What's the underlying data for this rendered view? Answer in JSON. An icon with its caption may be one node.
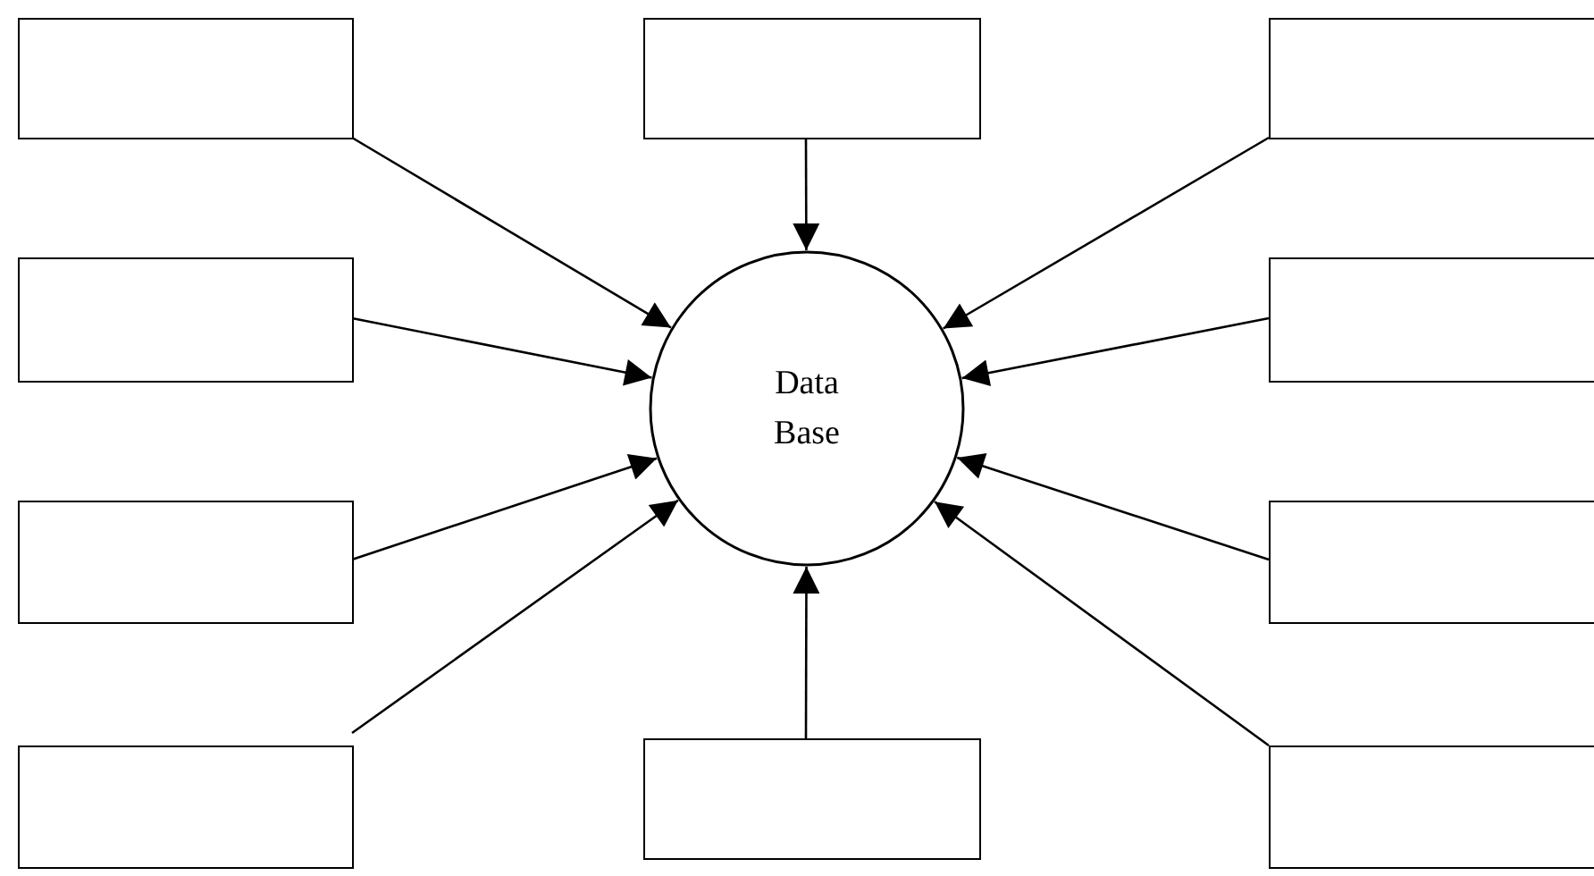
{
  "diagram": {
    "nodes": [
      {
        "text": [],
        "shape": "box"
      },
      {
        "text": [],
        "shape": "box"
      },
      {
        "text": [],
        "shape": "box"
      },
      {
        "text": [],
        "shape": "box"
      },
      {
        "text": [
          "Data Base"
        ]
      },
      {
        "text": [],
        "shape": "box"
      },
      {
        "text": [],
        "shape": "box"
      },
      {
        "text": [],
        "shape": "box"
      },
      {
        "text": [],
        "shape": "box"
      },
      {
        "text": [],
        "shape": "box"
      },
      {
        "text": [],
        "shape": "box"
      }
    ],
    "edges": [
      {
        "from": 0,
        "to": 4,
        "arrow": "to"
      },
      {
        "from": 1,
        "to": 4,
        "arrow": "to"
      },
      {
        "from": 2,
        "to": 4,
        "arrow": "to"
      },
      {
        "from": 3,
        "to": 4,
        "arrow": "to"
      },
      {
        "from": 5,
        "to": 4,
        "arrow": "to"
      },
      {
        "from": 6,
        "to": 4,
        "arrow": "to"
      },
      {
        "from": 7,
        "to": 4,
        "arrow": "to"
      },
      {
        "from": 8,
        "to": 4,
        "arrow": "to"
      },
      {
        "from": 9,
        "to": 4,
        "arrow": "to"
      },
      {
        "from": 10,
        "to": 4,
        "arrow": "to"
      }
    ]
  }
}
